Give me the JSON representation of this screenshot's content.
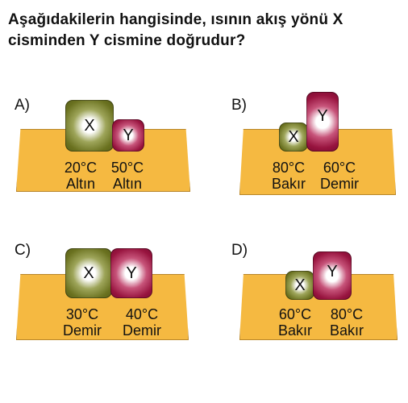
{
  "question": "Aşağıdakilerin hangisinde, ısının akış yönü X cisminden Y cismine doğrudur?",
  "options": [
    {
      "letter": "A)",
      "x": {
        "label": "X",
        "temp": "20°C",
        "material": "Altın"
      },
      "y": {
        "label": "Y",
        "temp": "50°C",
        "material": "Altın"
      }
    },
    {
      "letter": "B)",
      "x": {
        "label": "X",
        "temp": "80°C",
        "material": "Bakır"
      },
      "y": {
        "label": "Y",
        "temp": "60°C",
        "material": "Demir"
      }
    },
    {
      "letter": "C)",
      "x": {
        "label": "X",
        "temp": "30°C",
        "material": "Demir"
      },
      "y": {
        "label": "Y",
        "temp": "40°C",
        "material": "Demir"
      }
    },
    {
      "letter": "D)",
      "x": {
        "label": "X",
        "temp": "60°C",
        "material": "Bakır"
      },
      "y": {
        "label": "Y",
        "temp": "80°C",
        "material": "Bakır"
      }
    }
  ],
  "colors": {
    "table": "#f5b941",
    "x_block": "#6b7220",
    "y_block": "#98143f"
  }
}
